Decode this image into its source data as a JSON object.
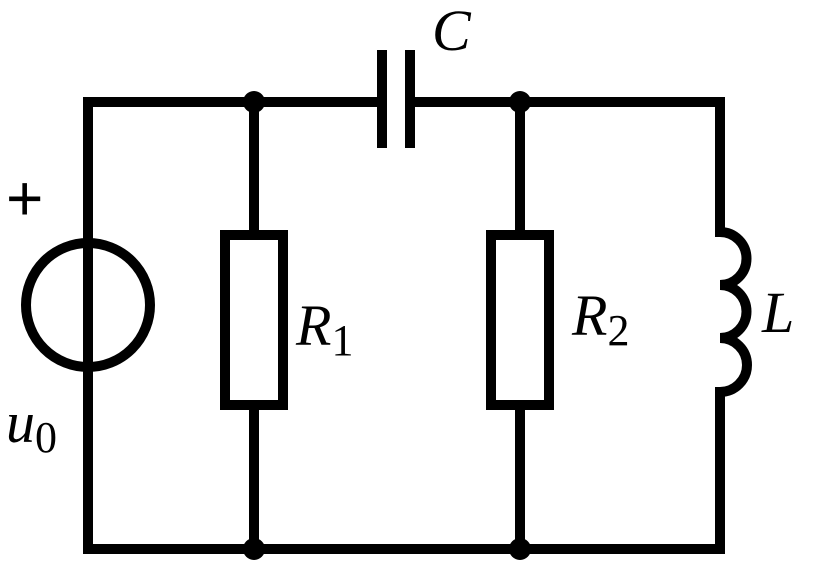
{
  "labels": {
    "capacitor": "C",
    "resistor1": {
      "main": "R",
      "sub": "1"
    },
    "resistor2": {
      "main": "R",
      "sub": "2"
    },
    "inductor": "L",
    "source": {
      "main": "u",
      "sub": "0"
    },
    "polarity": "+"
  }
}
